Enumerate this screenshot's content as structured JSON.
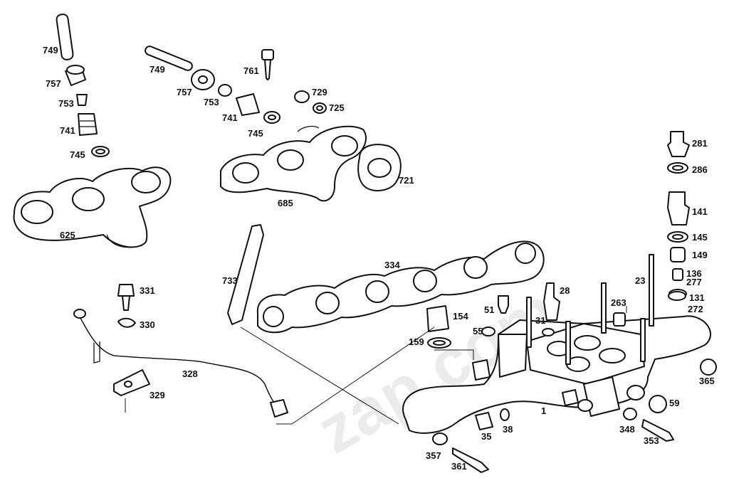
{
  "watermark": "zap.com",
  "callouts": [
    {
      "id": "c749a",
      "text": "749"
    },
    {
      "id": "c757a",
      "text": "757"
    },
    {
      "id": "c753a",
      "text": "753"
    },
    {
      "id": "c741a",
      "text": "741"
    },
    {
      "id": "c745a",
      "text": "745"
    },
    {
      "id": "c625",
      "text": "625"
    },
    {
      "id": "c749b",
      "text": "749"
    },
    {
      "id": "c757b",
      "text": "757"
    },
    {
      "id": "c753b",
      "text": "753"
    },
    {
      "id": "c741b",
      "text": "741"
    },
    {
      "id": "c761",
      "text": "761"
    },
    {
      "id": "c745b",
      "text": "745"
    },
    {
      "id": "c729",
      "text": "729"
    },
    {
      "id": "c725",
      "text": "725"
    },
    {
      "id": "c685",
      "text": "685"
    },
    {
      "id": "c721",
      "text": "721"
    },
    {
      "id": "c281",
      "text": "281"
    },
    {
      "id": "c286",
      "text": "286"
    },
    {
      "id": "c141",
      "text": "141"
    },
    {
      "id": "c145",
      "text": "145"
    },
    {
      "id": "c149",
      "text": "149"
    },
    {
      "id": "c136",
      "text": "136"
    },
    {
      "id": "c277",
      "text": "277"
    },
    {
      "id": "c131",
      "text": "131"
    },
    {
      "id": "c272",
      "text": "272"
    },
    {
      "id": "c23",
      "text": "23"
    },
    {
      "id": "c263",
      "text": "263"
    },
    {
      "id": "c28",
      "text": "28"
    },
    {
      "id": "c31",
      "text": "31"
    },
    {
      "id": "c51",
      "text": "51"
    },
    {
      "id": "c55",
      "text": "55"
    },
    {
      "id": "c154",
      "text": "154"
    },
    {
      "id": "c159",
      "text": "159"
    },
    {
      "id": "c334",
      "text": "334"
    },
    {
      "id": "c733",
      "text": "733"
    },
    {
      "id": "c331",
      "text": "331"
    },
    {
      "id": "c330",
      "text": "330"
    },
    {
      "id": "c328",
      "text": "328"
    },
    {
      "id": "c329",
      "text": "329"
    },
    {
      "id": "c1",
      "text": "1"
    },
    {
      "id": "c35",
      "text": "35"
    },
    {
      "id": "c38",
      "text": "38"
    },
    {
      "id": "c357",
      "text": "357"
    },
    {
      "id": "c361",
      "text": "361"
    },
    {
      "id": "c348",
      "text": "348"
    },
    {
      "id": "c353",
      "text": "353"
    },
    {
      "id": "c59",
      "text": "59"
    },
    {
      "id": "c365",
      "text": "365"
    }
  ]
}
